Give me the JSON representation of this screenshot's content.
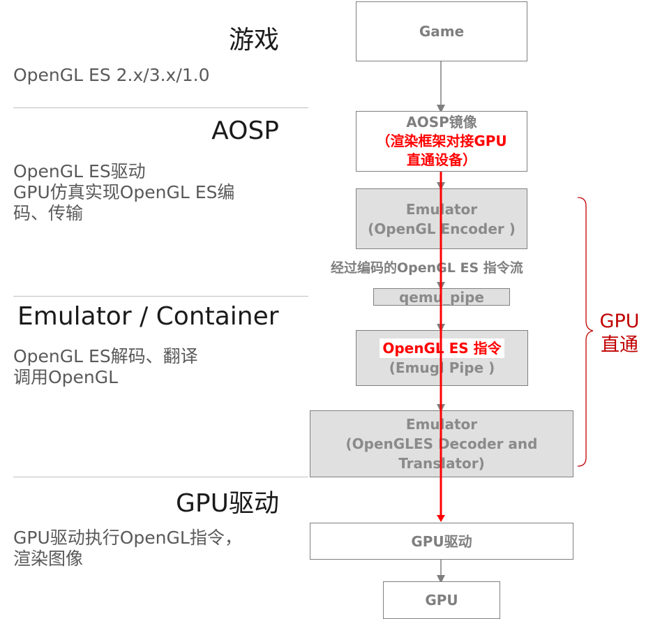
{
  "layers": [
    {
      "title": "游戏",
      "desc": "OpenGL ES 2.x/3.x/1.0"
    },
    {
      "title": "AOSP",
      "desc": "OpenGL ES驱动\nGPU仿真实现OpenGL ES编\n码、传输"
    },
    {
      "title": "Emulator / Container",
      "desc": "OpenGL ES解码、翻译\n调用OpenGL"
    },
    {
      "title": "GPU驱动",
      "desc": "GPU驱动执行OpenGL指令，\n渲染图像"
    }
  ],
  "flow": {
    "game": {
      "label": "Game"
    },
    "aosp": {
      "label": "AOSP镜像",
      "note_line1": "（渲染框架对接GPU",
      "note_line2": "直通设备）"
    },
    "encoder": {
      "line1": "Emulator",
      "line2": "(OpenGL Encoder )"
    },
    "stream_label": "经过编码的OpenGL ES 指令流",
    "qemu_pipe": {
      "label": "qemu_pipe"
    },
    "emugl_pipe": {
      "highlight": "OpenGL ES 指令",
      "line2": "(Emugl Pipe )"
    },
    "decoder": {
      "line1": "Emulator",
      "line2": "(OpenGLES Decoder and",
      "line3": "Translator)"
    },
    "gpu_driver": {
      "label": "GPU驱动"
    },
    "gpu": {
      "label": "GPU"
    }
  },
  "gpu_passthrough": {
    "line1": "GPU",
    "line2": "直通"
  },
  "colors": {
    "accent_red": "#ff0000",
    "brace_red": "#c00000",
    "box_grey": "#e0e0e0",
    "border_grey": "#7f7f7f"
  }
}
